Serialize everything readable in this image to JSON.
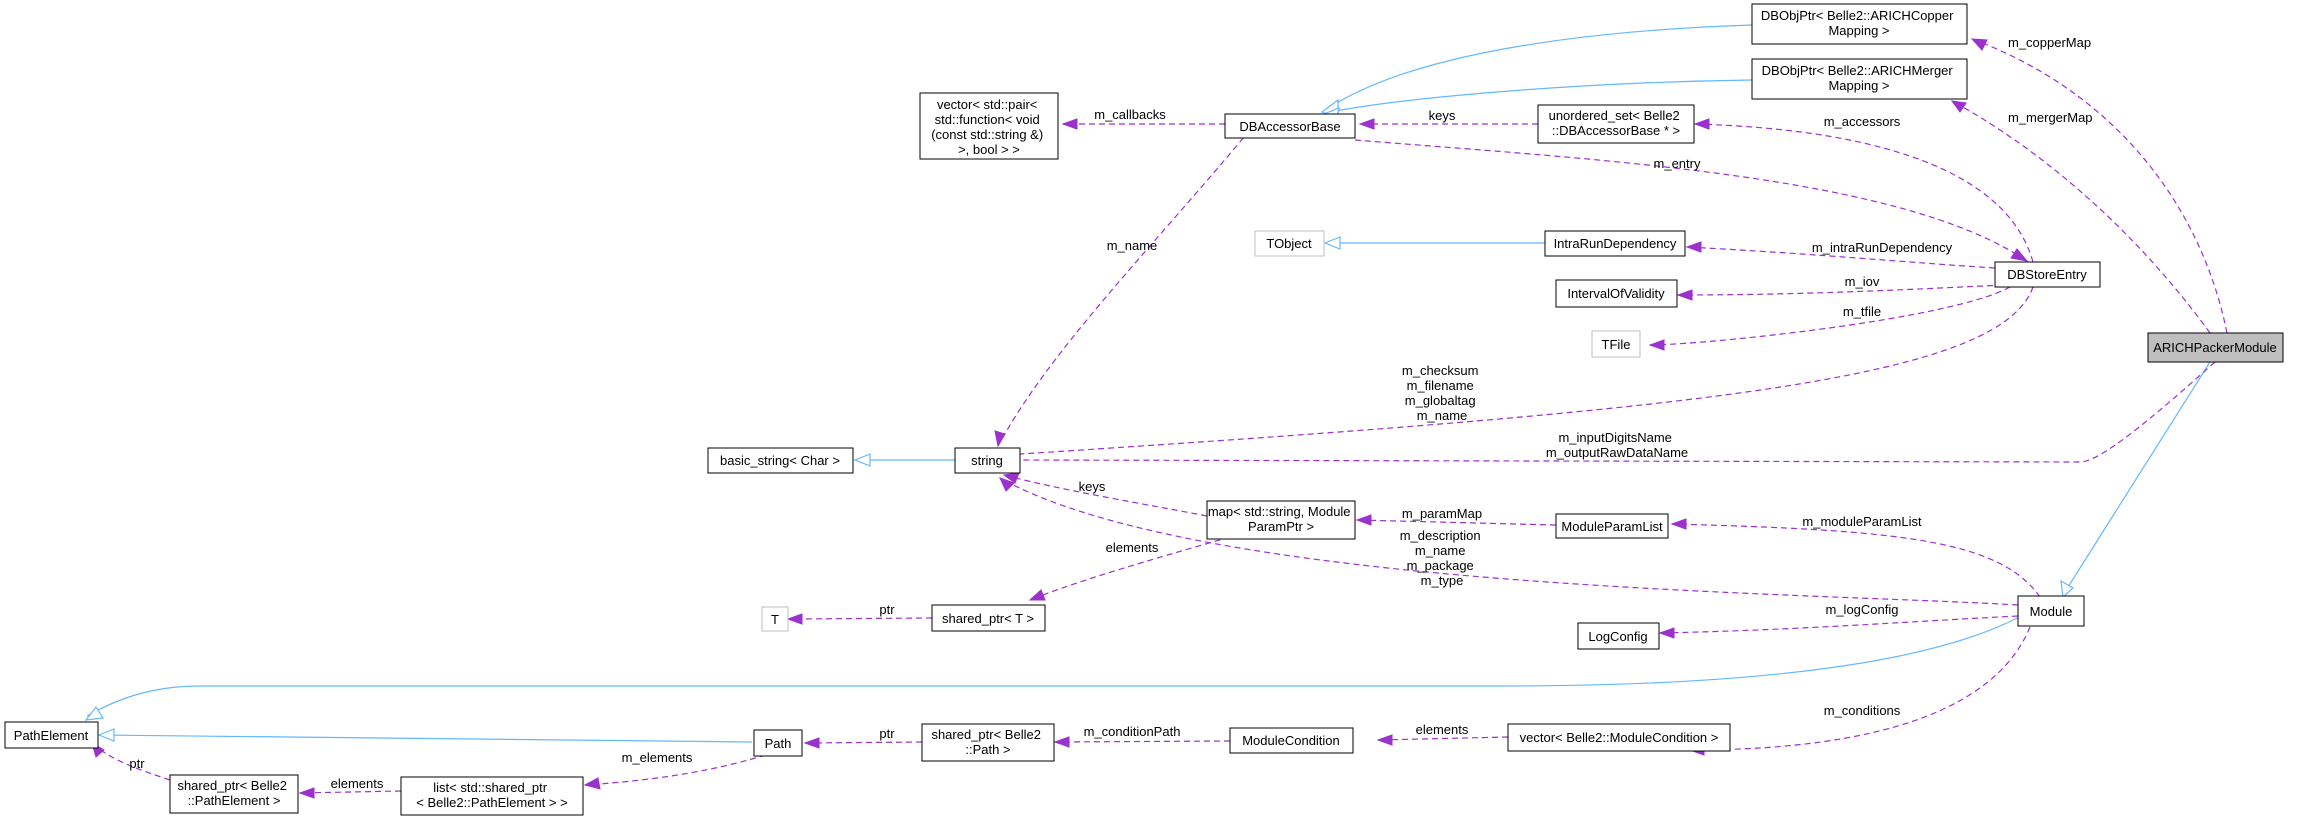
{
  "nodes": {
    "arich_packer_module": [
      "ARICHPackerModule"
    ],
    "dbobjptr_copper": [
      "DBObjPtr< Belle2::ARICHCopper",
      "Mapping >"
    ],
    "dbobjptr_merger": [
      "DBObjPtr< Belle2::ARICHMerger",
      "Mapping >"
    ],
    "dbaccessorbase": [
      "DBAccessorBase"
    ],
    "vector_pair": [
      "vector< std::pair<",
      "std::function< void",
      "(const std::string &)",
      ">, bool > >"
    ],
    "unordered_set": [
      "unordered_set< Belle2",
      "::DBAccessorBase * >"
    ],
    "tobject": [
      "TObject"
    ],
    "intrarundependency": [
      "IntraRunDependency"
    ],
    "dbstoreentry": [
      "DBStoreEntry"
    ],
    "intervalofvalidity": [
      "IntervalOfValidity"
    ],
    "tfile": [
      "TFile"
    ],
    "basic_string": [
      "basic_string< Char >"
    ],
    "string": [
      "string"
    ],
    "map": [
      "map< std::string, Module",
      "ParamPtr >"
    ],
    "moduleparamlist": [
      "ModuleParamList"
    ],
    "t": [
      "T"
    ],
    "shared_ptr_t": [
      "shared_ptr< T >"
    ],
    "logconfig": [
      "LogConfig"
    ],
    "module": [
      "Module"
    ],
    "pathelement": [
      "PathElement"
    ],
    "path": [
      "Path"
    ],
    "shared_ptr_path": [
      "shared_ptr< Belle2",
      "::Path >"
    ],
    "modulecondition": [
      "ModuleCondition"
    ],
    "vector_modulecondition": [
      "vector< Belle2::ModuleCondition >"
    ],
    "shared_ptr_pathelement": [
      "shared_ptr< Belle2",
      "::PathElement >"
    ],
    "list_shared_ptr": [
      "list< std::shared_ptr",
      "< Belle2::PathElement > >"
    ]
  },
  "edge_labels": {
    "copper_map": [
      "m_copperMap"
    ],
    "merger_map": [
      "m_mergerMap"
    ],
    "callbacks": [
      "m_callbacks"
    ],
    "keys_accessor": [
      "keys"
    ],
    "accessors": [
      "m_accessors"
    ],
    "entry": [
      "m_entry"
    ],
    "name_accessor": [
      "m_name"
    ],
    "intra_run": [
      "m_intraRunDependency"
    ],
    "iov": [
      "m_iov"
    ],
    "tfile": [
      "m_tfile"
    ],
    "checksum_group": [
      "m_checksum",
      "m_filename",
      "m_globaltag",
      "m_name"
    ],
    "digits_group": [
      "m_inputDigitsName",
      "m_outputRawDataName"
    ],
    "keys_map": [
      "keys"
    ],
    "param_map": [
      "m_paramMap"
    ],
    "module_param_list": [
      "m_moduleParamList"
    ],
    "elements_map": [
      "elements"
    ],
    "description_group": [
      "m_description",
      "m_name",
      "m_package",
      "m_type"
    ],
    "log_config": [
      "m_logConfig"
    ],
    "ptr_t": [
      "ptr"
    ],
    "conditions": [
      "m_conditions"
    ],
    "condition_path": [
      "m_conditionPath"
    ],
    "elements_cond": [
      "elements"
    ],
    "ptr_path": [
      "ptr"
    ],
    "m_elements": [
      "m_elements"
    ],
    "elements_list": [
      "elements"
    ],
    "ptr_pathelement": [
      "ptr"
    ]
  },
  "colors": {
    "usage_edge": "#9a32cd",
    "inherit_edge": "#63b8ff",
    "focus_fill": "#bfbfbf"
  }
}
